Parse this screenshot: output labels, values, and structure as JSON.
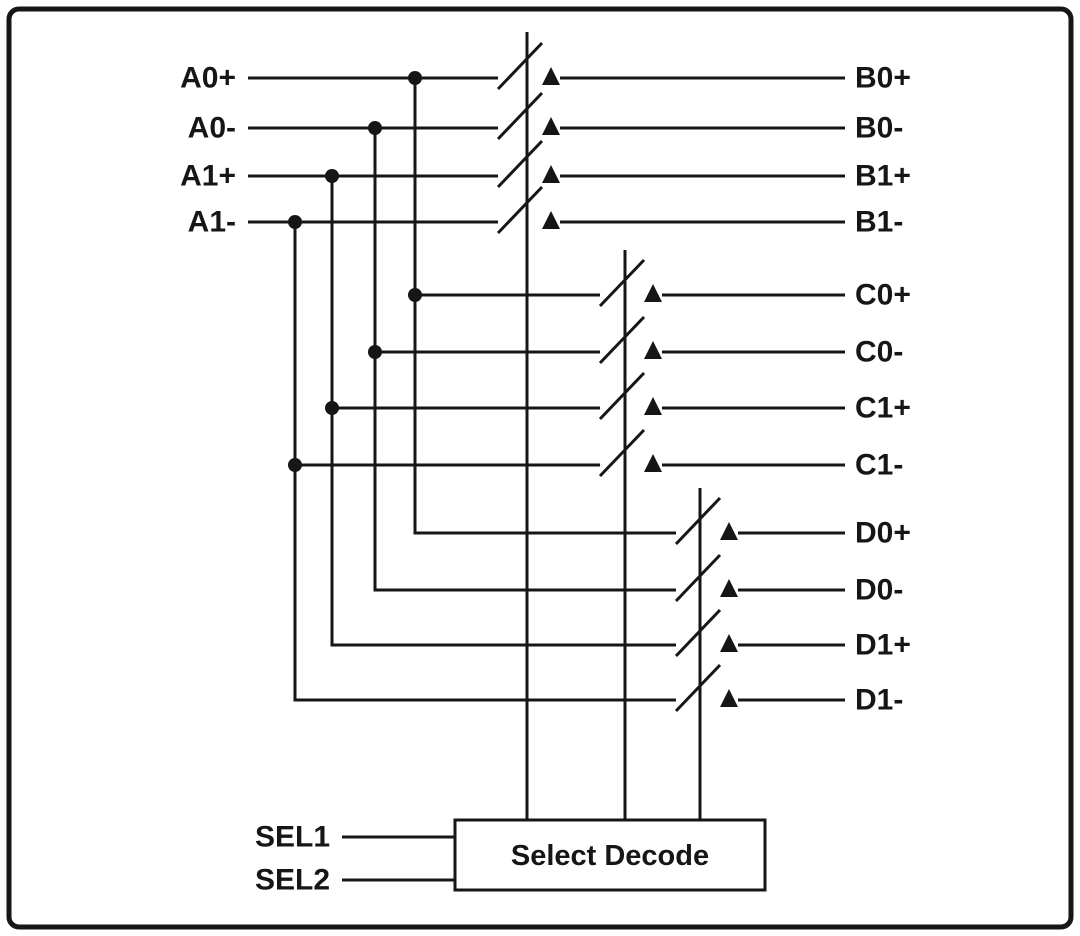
{
  "diagram": {
    "inputs": [
      "A0+",
      "A0-",
      "A1+",
      "A1-"
    ],
    "b_outputs": [
      "B0+",
      "B0-",
      "B1+",
      "B1-"
    ],
    "c_outputs": [
      "C0+",
      "C0-",
      "C1+",
      "C1-"
    ],
    "d_outputs": [
      "D0+",
      "D0-",
      "D1+",
      "D1-"
    ],
    "select_labels": [
      "SEL1",
      "SEL2"
    ],
    "decoder_label": "Select Decode",
    "colors": {
      "line": "#161616",
      "background": "#ffffff"
    }
  }
}
